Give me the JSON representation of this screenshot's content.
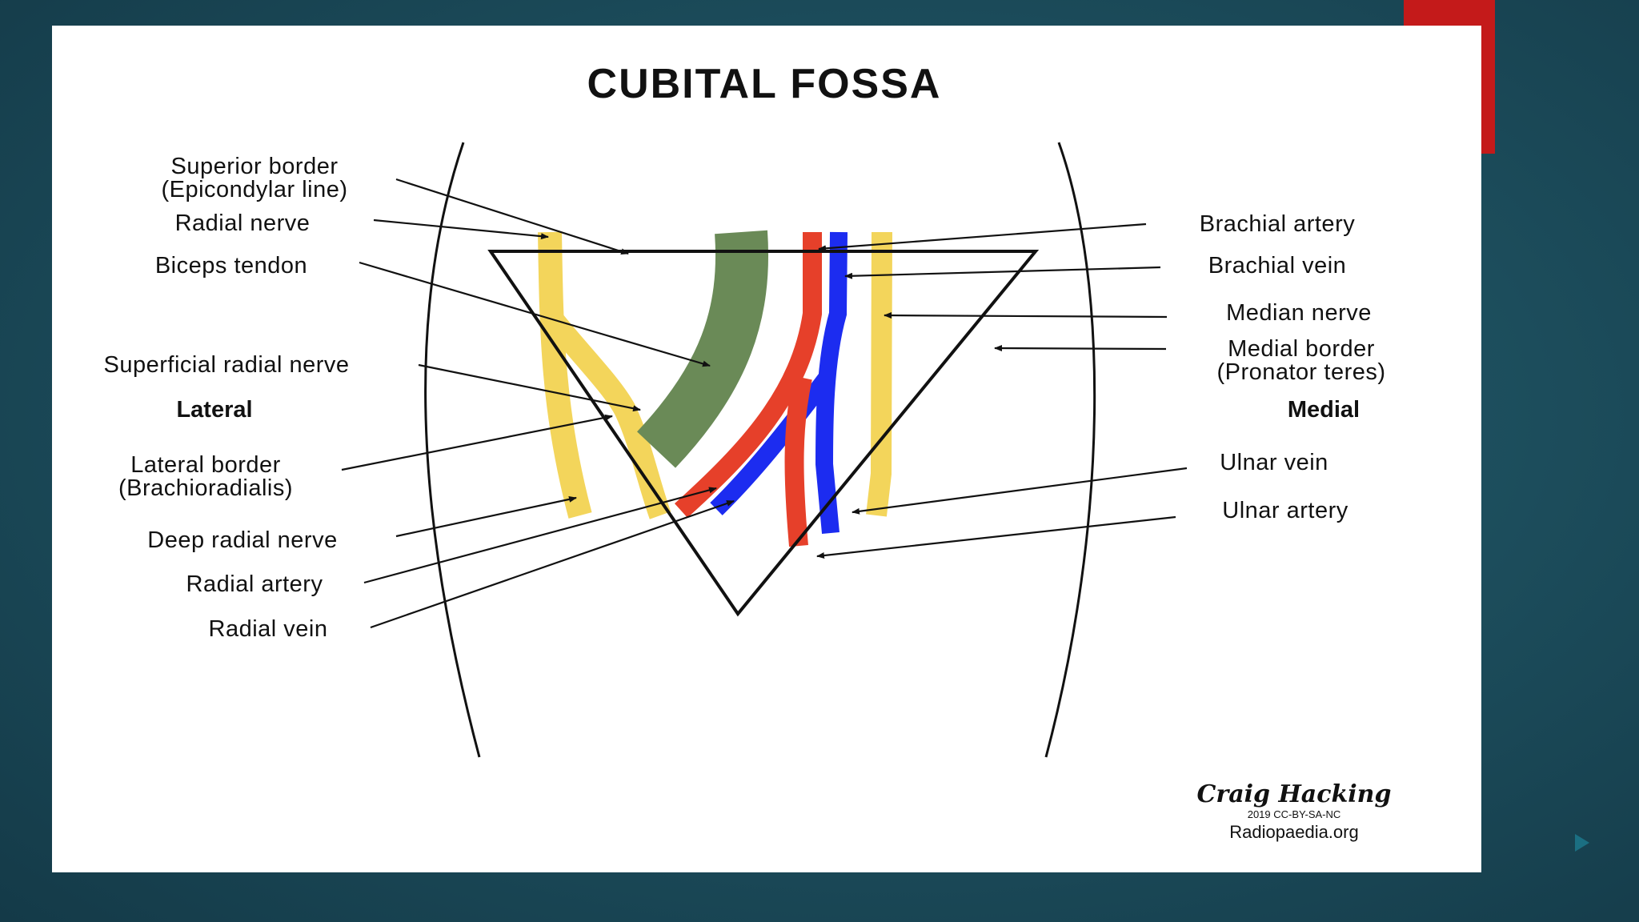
{
  "diagram": {
    "title": "CUBITAL FOSSA",
    "left_labels": {
      "superior_border_1": "Superior border",
      "superior_border_2": "(Epicondylar line)",
      "radial_nerve": "Radial nerve",
      "biceps_tendon": "Biceps tendon",
      "superficial_radial_nerve": "Superficial radial nerve",
      "lateral_border_1": "Lateral border",
      "lateral_border_2": "(Brachioradialis)",
      "deep_radial_nerve": "Deep radial nerve",
      "radial_artery": "Radial artery",
      "radial_vein": "Radial vein"
    },
    "right_labels": {
      "brachial_artery": "Brachial artery",
      "brachial_vein": "Brachial vein",
      "median_nerve": "Median nerve",
      "medial_border_1": "Medial border",
      "medial_border_2": "(Pronator teres)",
      "ulnar_vein": "Ulnar vein",
      "ulnar_artery": "Ulnar artery"
    },
    "side_labels": {
      "lateral": "Lateral",
      "medial": "Medial"
    },
    "credit": {
      "author": "Craig Hacking",
      "license": "2019 CC-BY-SA-NC",
      "site": "Radiopaedia.org"
    },
    "colors": {
      "nerve": "#f3d55b",
      "tendon": "#6a8a57",
      "artery": "#e6402a",
      "vein": "#1c2cf0",
      "accent": "#c41a1a"
    }
  }
}
